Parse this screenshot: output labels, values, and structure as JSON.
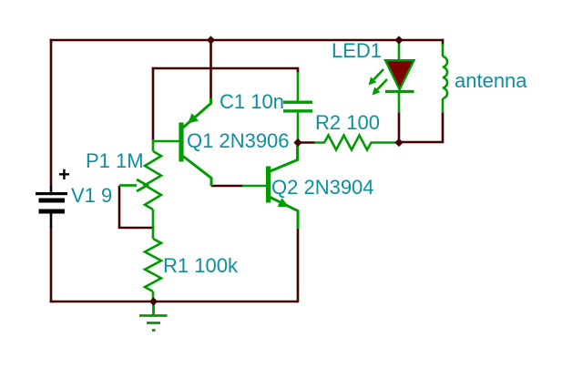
{
  "app": {
    "view": "circuit-schematic"
  },
  "palette": {
    "background": "#ffffff",
    "wire": "#420000",
    "component_green": "#009b00",
    "label_teal": "#0b8f9f",
    "led_fill": "#7d0000",
    "battery_black": "#000000",
    "junction_dot": "#420000"
  },
  "components": {
    "v1": {
      "label": "V1 9",
      "plus": "+",
      "symbol": "battery-icon"
    },
    "p1": {
      "label": "P1 1M",
      "symbol": "potentiometer-icon"
    },
    "r1": {
      "label": "R1 100k",
      "symbol": "resistor-icon"
    },
    "r2": {
      "label": "R2 100",
      "symbol": "resistor-icon"
    },
    "c1": {
      "label": "C1 10n",
      "symbol": "capacitor-icon"
    },
    "q1": {
      "label": "Q1 2N3906",
      "symbol": "pnp-transistor-icon"
    },
    "q2": {
      "label": "Q2 2N3904",
      "symbol": "npn-transistor-icon"
    },
    "led1": {
      "label": "LED1",
      "symbol": "led-icon"
    },
    "l1": {
      "label": "antenna",
      "symbol": "inductor-icon"
    },
    "gnd": {
      "symbol": "ground-icon"
    }
  }
}
